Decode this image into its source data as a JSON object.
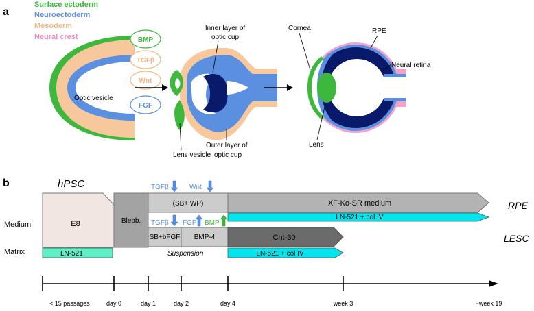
{
  "panel_a": {
    "letter": "a",
    "legend": [
      {
        "label": "Surface ectoderm",
        "color": "#3db83d"
      },
      {
        "label": "Neuroectoderm",
        "color": "#5b8fe0"
      },
      {
        "label": "Mesoderm",
        "color": "#f5c89a"
      },
      {
        "label": "Neural crest",
        "color": "#f29ec6"
      }
    ],
    "signals": [
      {
        "label": "BMP",
        "color": "#3db83d"
      },
      {
        "label": "TGFβ",
        "color": "#f0b880"
      },
      {
        "label": "Wnt",
        "color": "#f0b880"
      },
      {
        "label": "FGF",
        "color": "#5b8fe0"
      }
    ],
    "labels": {
      "optic_vesicle": "Optic vesicle",
      "inner_layer_1": "Inner layer of",
      "inner_layer_2": "optic cup",
      "lens_vesicle": "Lens vesicle",
      "outer_layer_1": "Outer layer of",
      "outer_layer_2": "optic cup",
      "cornea": "Cornea",
      "rpe": "RPE",
      "neural_retina": "Neural retina",
      "lens": "Lens"
    },
    "colors": {
      "green": "#3db83d",
      "blue": "#5b8fe0",
      "mesoderm": "#f7c89c",
      "pink": "#f2a3c8",
      "navy": "#0a1a6b"
    }
  },
  "panel_b": {
    "letter": "b",
    "hpsc": "hPSC",
    "row_medium": "Medium",
    "row_matrix": "Matrix",
    "e8": "E8",
    "blebb": "Blebb.",
    "sb_iwp": "(SB+IWP)",
    "xf_medium": "XF-Ko-SR medium",
    "sb_bfgf": "SB+bFGF",
    "bmp4": "BMP-4",
    "cnt30": "Cnt-30",
    "ln521": "LN-521",
    "ln521_col_1": "LN-521 + col IV",
    "ln521_col_2": "LN-521 + col IV",
    "suspension": "Suspension",
    "rpe": "RPE",
    "lesc": "LESC",
    "top_signals": [
      {
        "label": "TGFβ",
        "direction": "down"
      },
      {
        "label": "Wnt",
        "direction": "down"
      }
    ],
    "bottom_signals": [
      {
        "label": "TGFβ",
        "direction": "down",
        "color": "#5b8fe0"
      },
      {
        "label": "FGF",
        "direction": "up",
        "color": "#5b8fe0"
      },
      {
        "label": "BMP",
        "direction": "up",
        "color": "#3db83d"
      }
    ],
    "timeline": [
      "< 15 passages",
      "day 0",
      "day 1",
      "day 2",
      "day 4",
      "week 3",
      "~week 19"
    ]
  }
}
